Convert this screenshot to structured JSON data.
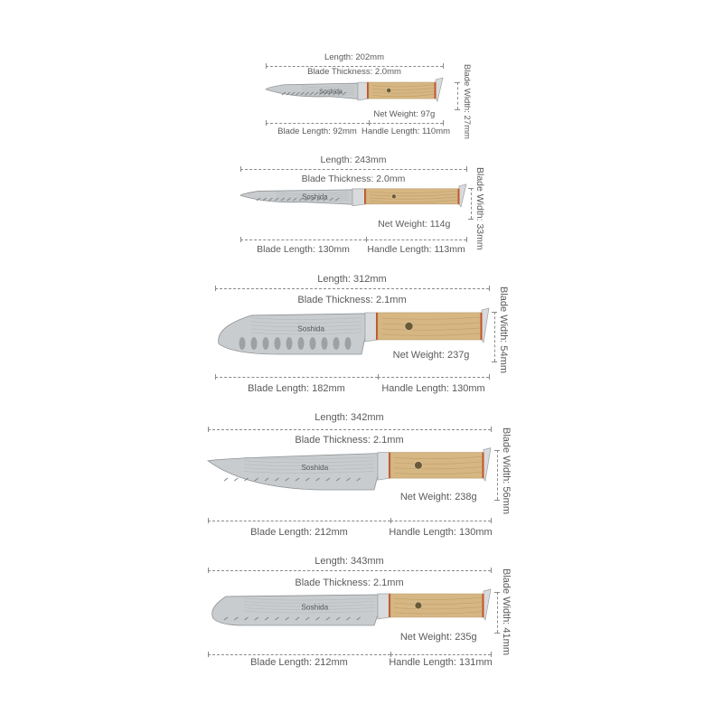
{
  "brand": "Soshida",
  "knives": [
    {
      "length": "Length: 202mm",
      "thickness": "Blade Thickness: 2.0mm",
      "weight": "Net Weight: 97g",
      "blade_length": "Blade Length: 92mm",
      "handle_length": "Handle Length: 110mm",
      "blade_width": "Blade Width: 27mm"
    },
    {
      "length": "Length: 243mm",
      "thickness": "Blade Thickness: 2.0mm",
      "weight": "Net Weight: 114g",
      "blade_length": "Blade Length: 130mm",
      "handle_length": "Handle Length: 113mm",
      "blade_width": "Blade Width: 33mm"
    },
    {
      "length": "Length: 312mm",
      "thickness": "Blade Thickness: 2.1mm",
      "weight": "Net Weight: 237g",
      "blade_length": "Blade Length: 182mm",
      "handle_length": "Handle Length: 130mm",
      "blade_width": "Blade Width: 54mm"
    },
    {
      "length": "Length: 342mm",
      "thickness": "Blade Thickness: 2.1mm",
      "weight": "Net Weight: 238g",
      "blade_length": "Blade Length: 212mm",
      "handle_length": "Handle Length: 130mm",
      "blade_width": "Blade Width: 56mm"
    },
    {
      "length": "Length: 343mm",
      "thickness": "Blade Thickness: 2.1mm",
      "weight": "Net Weight: 235g",
      "blade_length": "Blade Length: 212mm",
      "handle_length": "Handle Length: 131mm",
      "blade_width": "Blade Width: 41mm"
    }
  ],
  "colors": {
    "blade": "#c9ccce",
    "blade_edge": "#8f9396",
    "bolster": "#d8dadb",
    "handle": "#d6b784",
    "handle_grain": "#b8925a",
    "ring": "#c0552a",
    "dimension_line": "#8a8a8a"
  }
}
